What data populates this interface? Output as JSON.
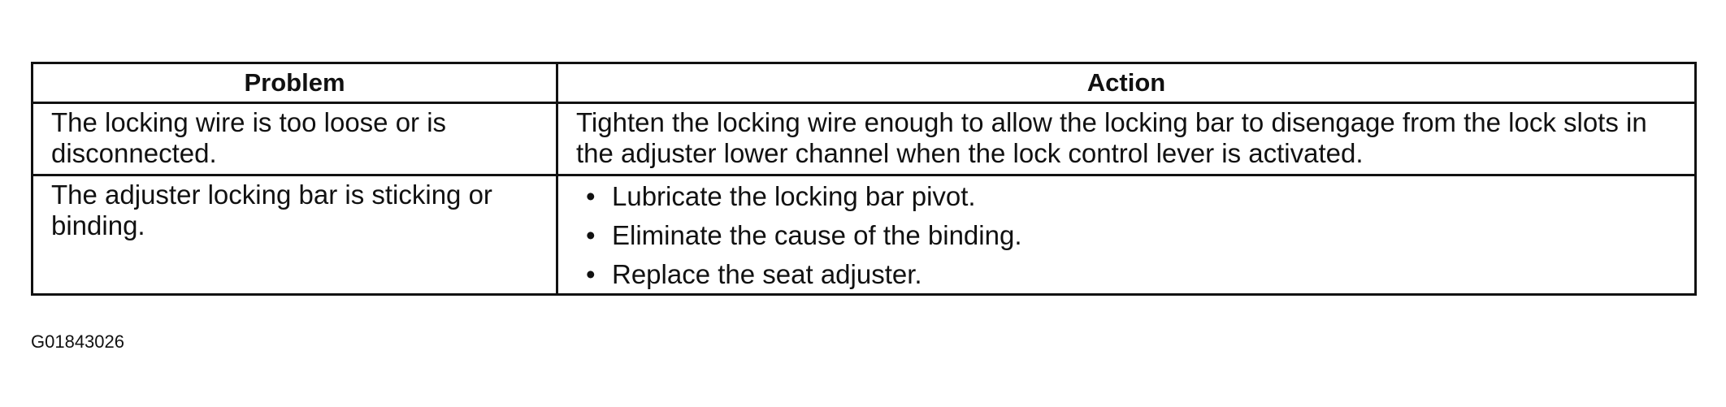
{
  "table": {
    "headers": [
      "Problem",
      "Action"
    ],
    "rows": [
      {
        "problem": "The locking wire is too loose or is disconnected.",
        "action": "Tighten the locking wire enough to allow the locking bar to disengage from the lock slots in the adjuster lower channel when the lock control lever is activated."
      },
      {
        "problem": "The adjuster locking bar is sticking or binding.",
        "action_items": [
          "Lubricate the locking bar pivot.",
          "Eliminate the cause of the binding.",
          "Replace the seat adjuster."
        ]
      }
    ]
  },
  "bullet_glyph": "•",
  "figure_id": "G01843026"
}
